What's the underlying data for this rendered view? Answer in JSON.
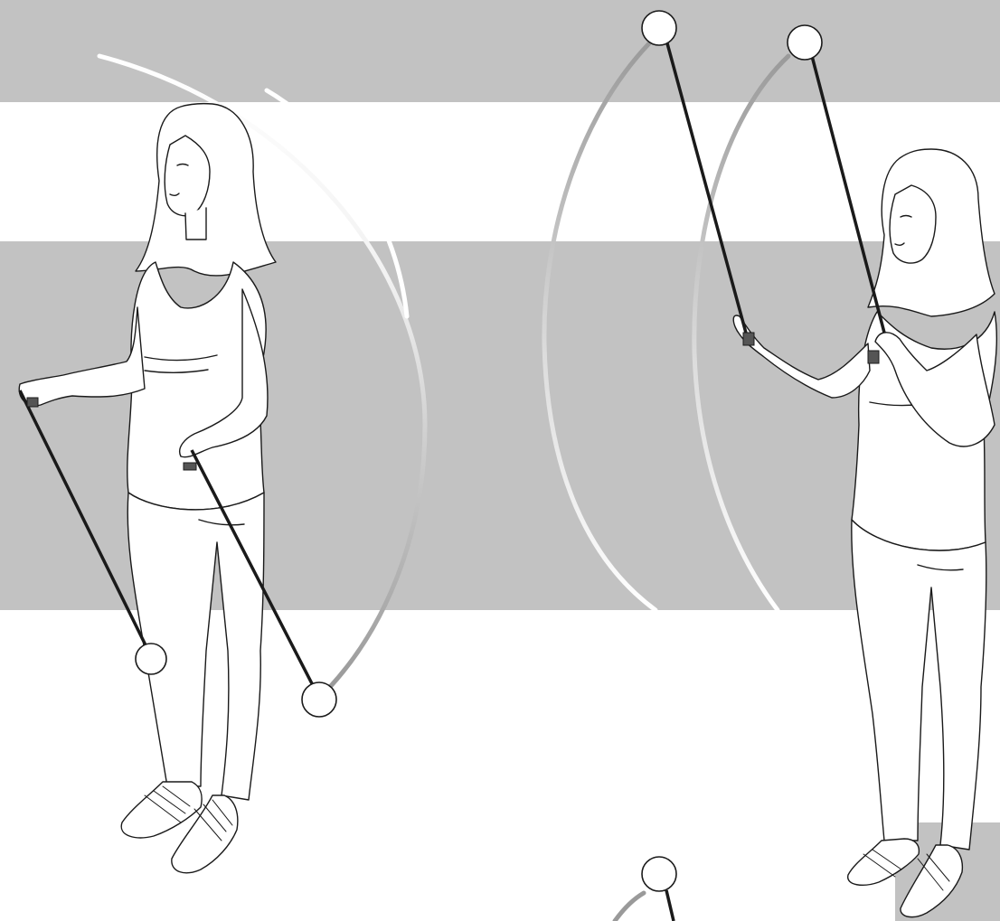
{
  "illustration": {
    "subject": "poi-spinning-figures",
    "figures": [
      {
        "id": "left",
        "pose": "arms-low-poi-down"
      },
      {
        "id": "right",
        "pose": "arms-raised-poi-up"
      }
    ],
    "poi_count": 5
  },
  "colors": {
    "background": "#ffffff",
    "band": "#c2c2c2",
    "outline": "#1a1a1a",
    "fill": "#ffffff",
    "motion_arc": "#9a9a9a",
    "motion_arc_light": "#ffffff",
    "shoe_dark": "#555555"
  }
}
